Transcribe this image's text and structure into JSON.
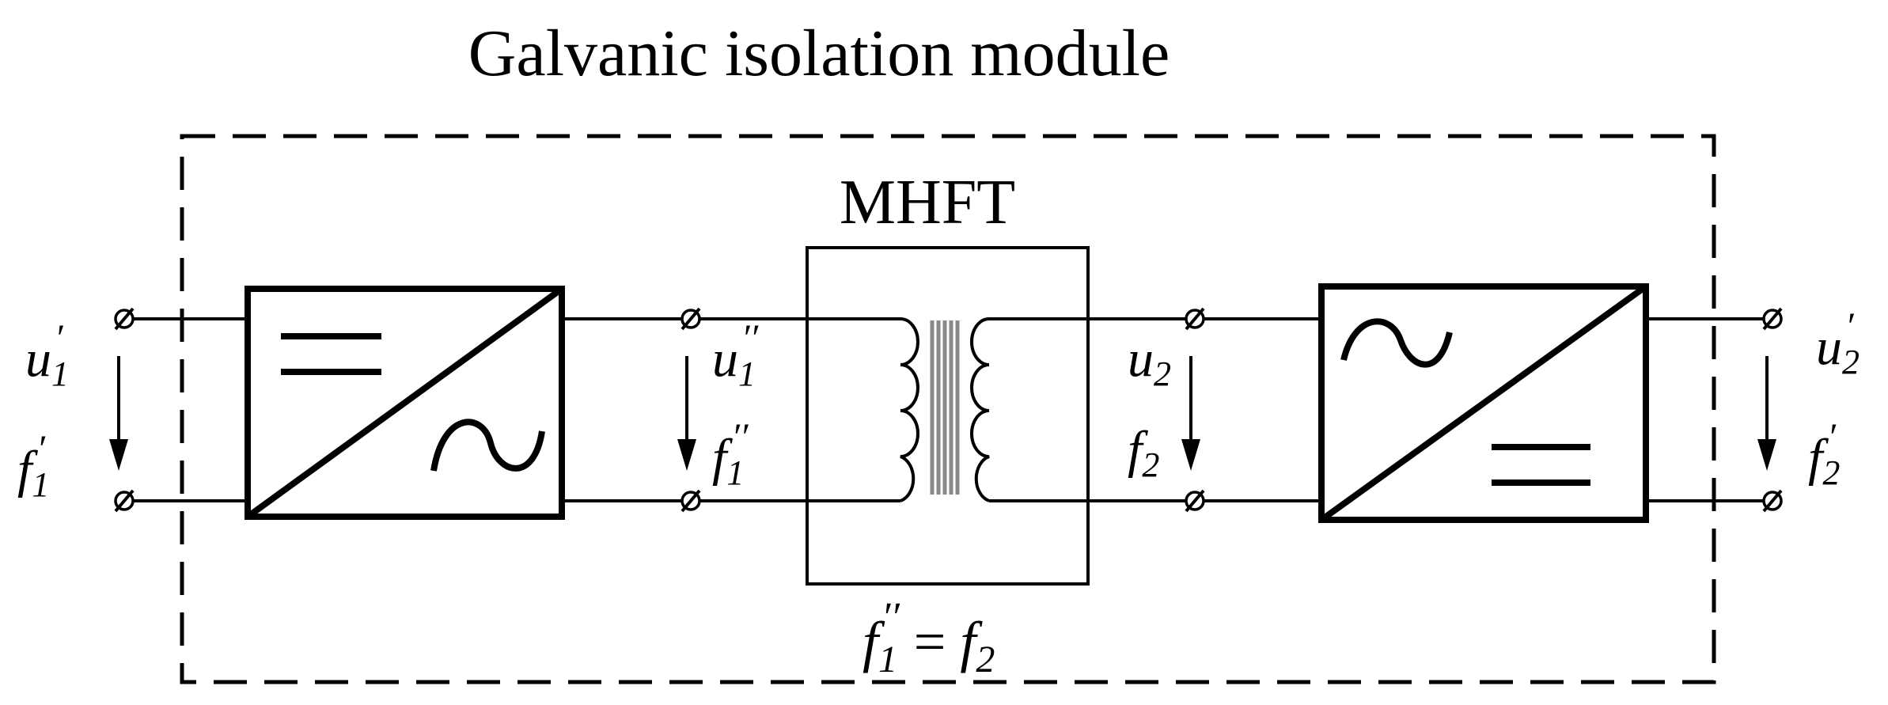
{
  "title": "Galvanic isolation module",
  "transformer": {
    "label": "MHFT",
    "relation": {
      "lhs": "f",
      "lhs_sub": "1",
      "lhs_sup": "′′",
      "eq": " = ",
      "rhs": "f",
      "rhs_sub": "2"
    }
  },
  "left_port": {
    "voltage": {
      "sym": "u",
      "sub": "1",
      "sup": "′"
    },
    "freq": {
      "sym": "f",
      "sub": "1",
      "sup": "′"
    }
  },
  "mid_left_port": {
    "voltage": {
      "sym": "u",
      "sub": "1",
      "sup": "′′"
    },
    "freq": {
      "sym": "f",
      "sub": "1",
      "sup": "′′"
    }
  },
  "mid_right_port": {
    "voltage": {
      "sym": "u",
      "sub": "2"
    },
    "freq": {
      "sym": "f",
      "sub": "2"
    }
  },
  "right_port": {
    "voltage": {
      "sym": "u",
      "sub": "2",
      "sup": "′"
    },
    "freq": {
      "sym": "f",
      "sub": "2",
      "sup": "′"
    }
  },
  "converter_left": {
    "input": "dc",
    "output": "ac"
  },
  "converter_right": {
    "input": "ac",
    "output": "dc"
  }
}
